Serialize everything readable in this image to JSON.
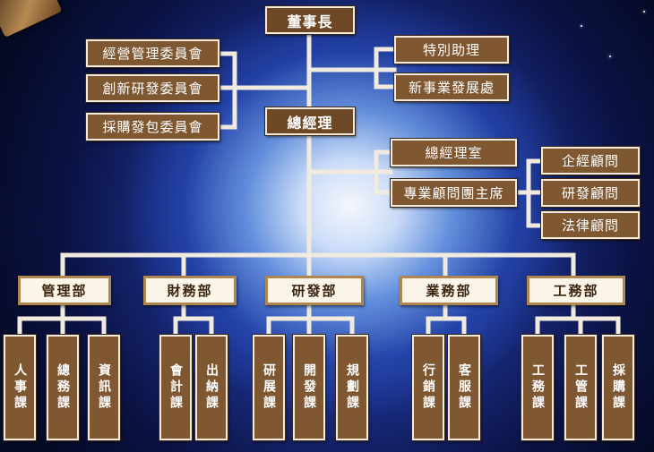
{
  "chairman": "董事長",
  "chairman_left": [
    "經營管理委員會",
    "創新研發委員會",
    "採購發包委員會"
  ],
  "chairman_right": [
    "特別助理",
    "新事業發展處"
  ],
  "gm": "總經理",
  "gm_right": [
    "總經理室",
    "專業顧問團主席"
  ],
  "consultants": [
    "企經顧問",
    "研發顧問",
    "法律顧問"
  ],
  "departments": [
    {
      "name": "管理部",
      "sections": [
        "人事課",
        "總務課",
        "資訊課"
      ]
    },
    {
      "name": "財務部",
      "sections": [
        "會計課",
        "出納課"
      ]
    },
    {
      "name": "研發部",
      "sections": [
        "研展課",
        "開發課",
        "規劃課"
      ]
    },
    {
      "name": "業務部",
      "sections": [
        "行銷課",
        "客服課"
      ]
    },
    {
      "name": "工務部",
      "sections": [
        "工務課",
        "工管課",
        "採購課"
      ]
    }
  ],
  "colors": {
    "box": "#7f5832",
    "box_border": "#f1eadf",
    "dept_fill": "#fbf4e8",
    "dept_border": "#b0864f",
    "connector": "#f1eadf"
  }
}
